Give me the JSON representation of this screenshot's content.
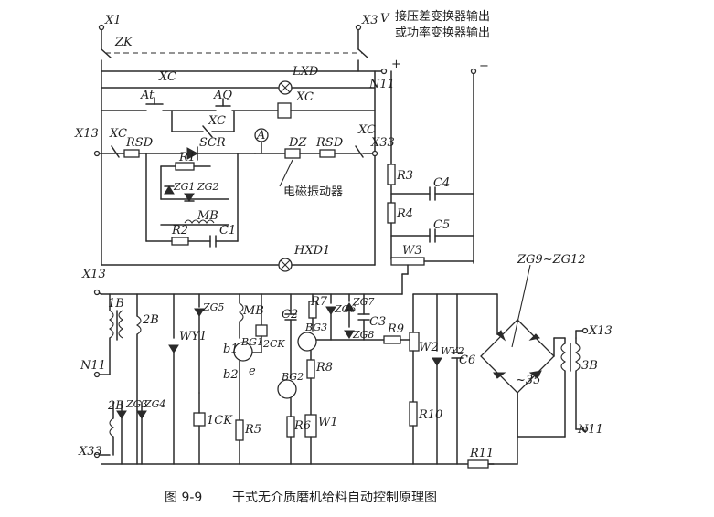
{
  "caption": {
    "figure_number": "图  9-9",
    "title": "干式无介质磨机给料自动控制原理图"
  },
  "notes": {
    "output_line1": "接压差变换器输出",
    "output_line2": "或功率变换器输出",
    "vibrator": "电磁振动器"
  },
  "terminals": {
    "x1": "X1",
    "x3": "X3",
    "v": "V",
    "zk": "ZK",
    "x13_top": "X13",
    "n11_top": "N11",
    "x33_top": "X33",
    "x13_left": "X13",
    "n11_left": "N11",
    "x33_left": "X33",
    "x13_right": "X13",
    "n11_right": "N11",
    "plus": "+",
    "minus": "−"
  },
  "components": {
    "xc_1": "XC",
    "at": "At",
    "aq": "AQ",
    "xc_2": "XC",
    "xc_3": "XC",
    "xc_4": "XC",
    "xc_5": "XC",
    "lxd": "LXD",
    "hxd1": "HXD1",
    "rsd_1": "RSD",
    "rsd_2": "RSD",
    "scr": "SCR",
    "ammeter": "A",
    "dz": "DZ",
    "r1": "R1",
    "zg1": "ZG1",
    "zg2": "ZG2",
    "mb_top": "MB",
    "r2": "R2",
    "c1": "C1",
    "r3": "R3",
    "r4": "R4",
    "c4": "C4",
    "c5": "C5",
    "w3": "W3",
    "b1": "1B",
    "b2": "2B",
    "b2_lower": "2B",
    "zg3": "ZG3",
    "zg4": "ZG4",
    "wy1": "WY1",
    "zg5": "ZG5",
    "ck1": "1CK",
    "mb_mid": "MB",
    "bg1": "BG1",
    "zck2": "2CK",
    "b1_pin": "b1",
    "b2_pin": "b2",
    "e_pin": "e",
    "r5": "R5",
    "bg2": "BG2",
    "r6": "R6",
    "c2": "C2",
    "r7": "R7",
    "zg6": "ZG6",
    "zg7": "ZG7",
    "zg8": "ZG8",
    "bg3": "BG3",
    "c3": "C3",
    "r8": "R8",
    "w1": "W1",
    "r9": "R9",
    "w2": "W2",
    "wy2": "WY2",
    "c6": "C6",
    "r10": "R10",
    "r11": "R11",
    "zg9_12": "ZG9~ZG12",
    "b3": "3B",
    "ac": "~35"
  }
}
